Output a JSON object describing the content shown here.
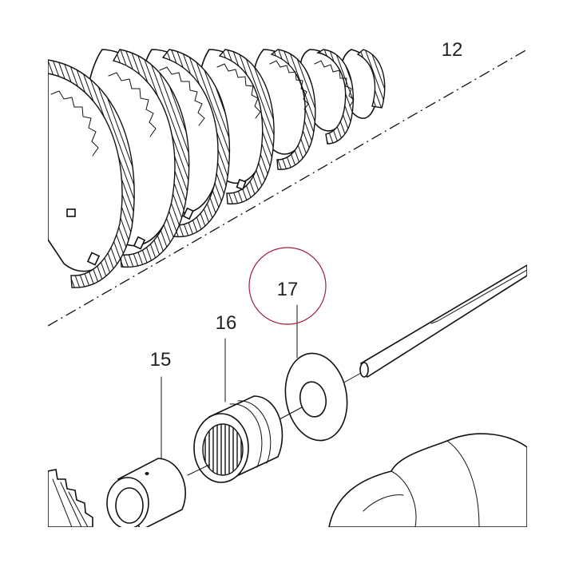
{
  "colors": {
    "background": "#ffffff",
    "line": "#111111",
    "shade": "#bfbfbf",
    "highlight_circle": "#a0203c"
  },
  "callouts": {
    "part_12": "12",
    "part_15": "15",
    "part_16": "16",
    "part_17": "17"
  },
  "highlighted_part": "17"
}
